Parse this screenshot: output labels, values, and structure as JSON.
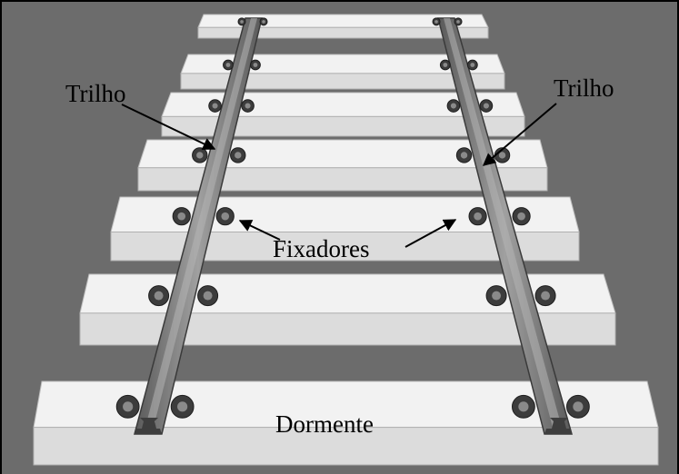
{
  "labels": {
    "trilho_left": "Trilho",
    "trilho_right": "Trilho",
    "fixadores": "Fixadores",
    "dormente": "Dormente"
  },
  "colors": {
    "ballast": "#6c6c6c",
    "sleeper": "#efefef",
    "sleeper_side": "#d8d8d8",
    "rail": "#8a8a8a",
    "rail_dark": "#4a4a4a",
    "fastener": "#3c3c3c",
    "arrow": "#000000"
  },
  "icons": {
    "track": "railway-track-illustration"
  }
}
